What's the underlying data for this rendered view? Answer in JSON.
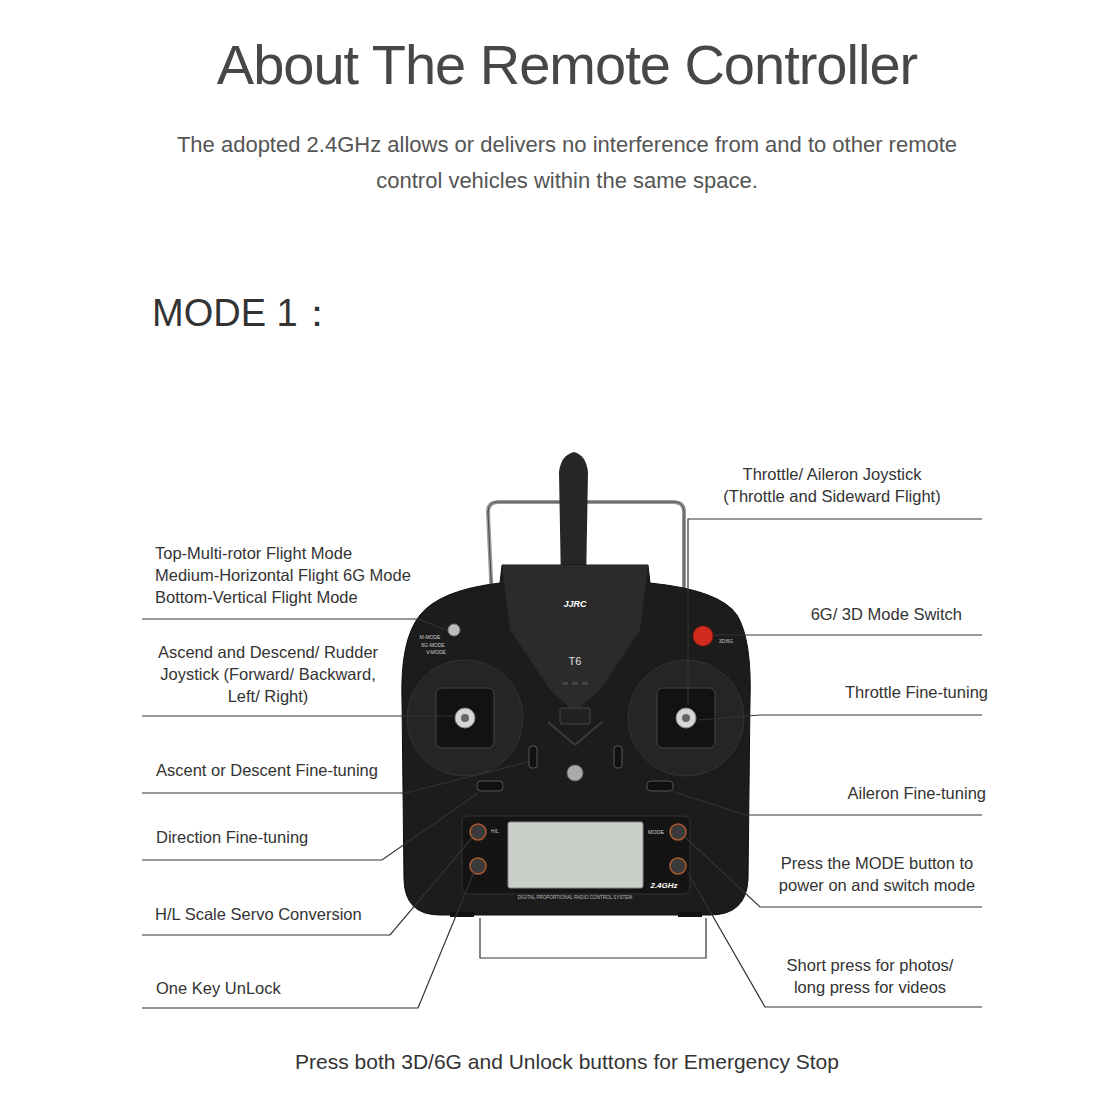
{
  "diagram": {
    "title": "About The Remote Controller",
    "caption": "Press both 3D/6G and Unlock buttons for Emergency Stop",
    "labels": [
      "The adopted 2.4GHz allows or delivers no interference from and to other remote control vehicles within the same space.",
      "MODE 1：",
      "Top-Multi-rotor Flight Mode Medium-Horizontal Flight 6G Mode Bottom-Vertical Flight Mode",
      "Ascend and Descend/ Rudder Joystick (Forward/ Backward, Left/ Right)",
      "Ascent or Descent Fine-tuning",
      "Direction Fine-tuning",
      "H/L Scale Servo Conversion",
      "One Key UnLock",
      "Throttle/ Aileron Joystick (Throttle and Sideward Flight)",
      "6G/ 3D Mode Switch",
      "Throttle Fine-tuning",
      "Aileron Fine-tuning",
      "Press the MODE button to power on and switch mode",
      "Short press for photos/ long press for videos",
      "JJRC",
      "T6",
      "M-MODE",
      "6G-MODE",
      "V-MODE",
      "H/L",
      "MODE",
      "3D/6G",
      "DIGITAL PROPORTIONAL RADIO CONTROL SYSTEM",
      "2.4GHz"
    ]
  }
}
